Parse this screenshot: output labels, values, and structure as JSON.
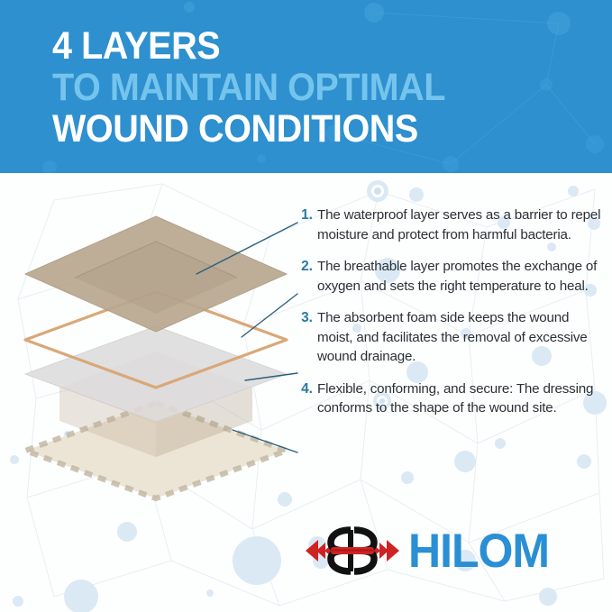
{
  "header": {
    "title_line_1": "4 LAYERS",
    "title_line_2": "TO MAINTAIN OPTIMAL",
    "title_line_3": "WOUND CONDITIONS",
    "bg_color": "#2e90ce",
    "line1_color": "#ffffff",
    "line2_color": "#74c4ed",
    "line3_color": "#ffffff"
  },
  "items": [
    {
      "number": "1.",
      "text": "The waterproof layer serves as a barrier to repel moisture and protect from harmful bacteria."
    },
    {
      "number": "2.",
      "text": "The breathable layer promotes the exchange of oxygen and sets the right temperature to heal."
    },
    {
      "number": "3.",
      "text": "The absorbent foam side keeps the wound moist, and facilitates the removal of excessive wound drainage."
    },
    {
      "number": "4.",
      "text": "Flexible, conforming, and secure: The dressing conforms to the shape of the wound site."
    }
  ],
  "diagram": {
    "layers": [
      {
        "name": "waterproof-layer",
        "fill": "#b8a68e",
        "stroke": "#a89madd",
        "style": "solid-tan"
      },
      {
        "name": "breathable-layer",
        "fill": "none",
        "stroke": "#d9a878",
        "style": "outline"
      },
      {
        "name": "absorbent-foam-layer",
        "fill": "#dedcdd",
        "stroke": "#cfcccb",
        "style": "translucent-gray"
      },
      {
        "name": "adhesive-border-layer",
        "fill": "#e6decb",
        "stroke": "#c3b9a6",
        "style": "dashed-border"
      }
    ],
    "leader_line_color": "#2a617f"
  },
  "logo": {
    "wordmark": "HILOM",
    "mark_color": "#111111",
    "accent_color": "#cf2222",
    "word_color": "#2a8fd4"
  },
  "background": {
    "page_color": "#fdfefe",
    "node_color": "#d4e6f3",
    "line_color": "#e8eef3"
  }
}
